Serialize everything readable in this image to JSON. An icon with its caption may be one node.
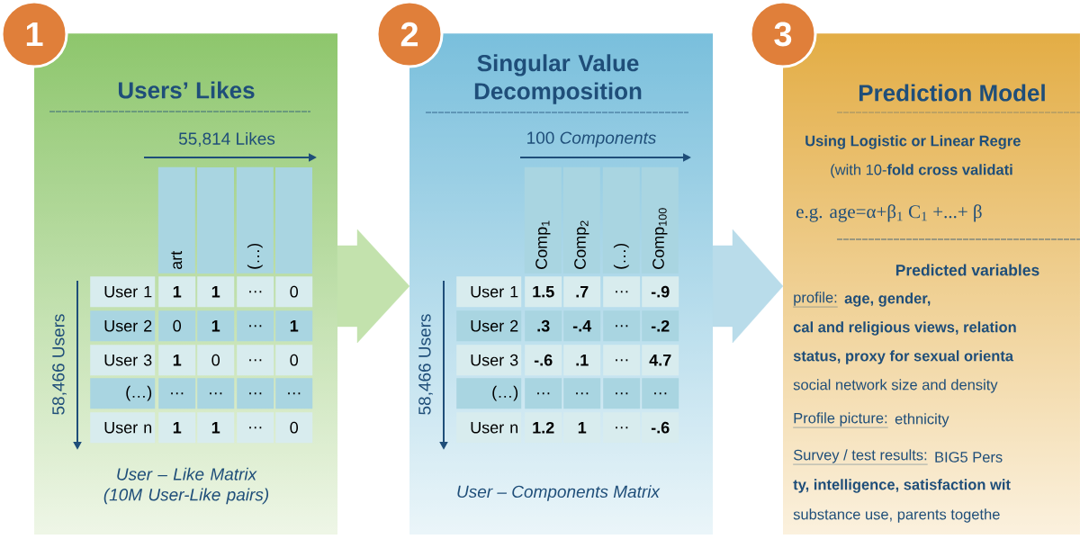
{
  "diagram": {
    "nodes": [
      {
        "text": [
          "1"
        ]
      },
      {
        "text": [
          "Users’ Likes",
          "User – Like Matrix (10M User-Like pairs)"
        ]
      },
      {
        "text": [
          "2"
        ]
      },
      {
        "text": [
          "Singular Value Decomposition",
          "User – Components Matrix"
        ]
      },
      {
        "text": [
          "3"
        ]
      },
      {
        "text": [
          "Prediction Model",
          "Using Logistic or Linear Regre",
          "(with 10-**fold cross validati**",
          "e.g.  age=α+β$_{1}$ C$_{1}$ +...+ β",
          "Predicted variables",
          "profile:",
          "age, gender,",
          "cal and religious views, relation",
          "status, proxy for sexual orienta",
          "social network size and density",
          "Profile picture:",
          "ethnicity",
          "Survey / test results:",
          "BIG5 Pers",
          "ty, intelligence, satisfaction wit",
          "substance use, parents togethe"
        ]
      }
    ],
    "edges": [
      {
        "from": 1,
        "to": 3,
        "arrow": "to"
      },
      {
        "from": 3,
        "to": 5,
        "arrow": "to"
      }
    ],
    "labels": [
      "55,814 Likes",
      "58,466 Users",
      "art",
      "(…)",
      "User 1",
      "1",
      "1",
      "…",
      "0",
      "User 2",
      "0",
      "1",
      "…",
      "1",
      "User 3",
      "1",
      "0",
      "…",
      "0",
      "(…)",
      "…",
      "…",
      "…",
      "…",
      "User n",
      "1",
      "1",
      "…",
      "0",
      "100 *Components*",
      "58,466 Users",
      "Comp$_{1}$",
      "Comp$_{2}$",
      "(…)",
      "Comp$_{100}$",
      "User 1",
      "1.5",
      ".7",
      "…",
      "-.9",
      "User 2",
      ".3",
      "-.4",
      "…",
      "-.2",
      "User 3",
      "-.6",
      ".1",
      "…",
      "4.7",
      "(…)",
      "…",
      "…",
      "…",
      "…",
      "User n",
      "1.2",
      "1",
      "…",
      "-.6"
    ]
  }
}
